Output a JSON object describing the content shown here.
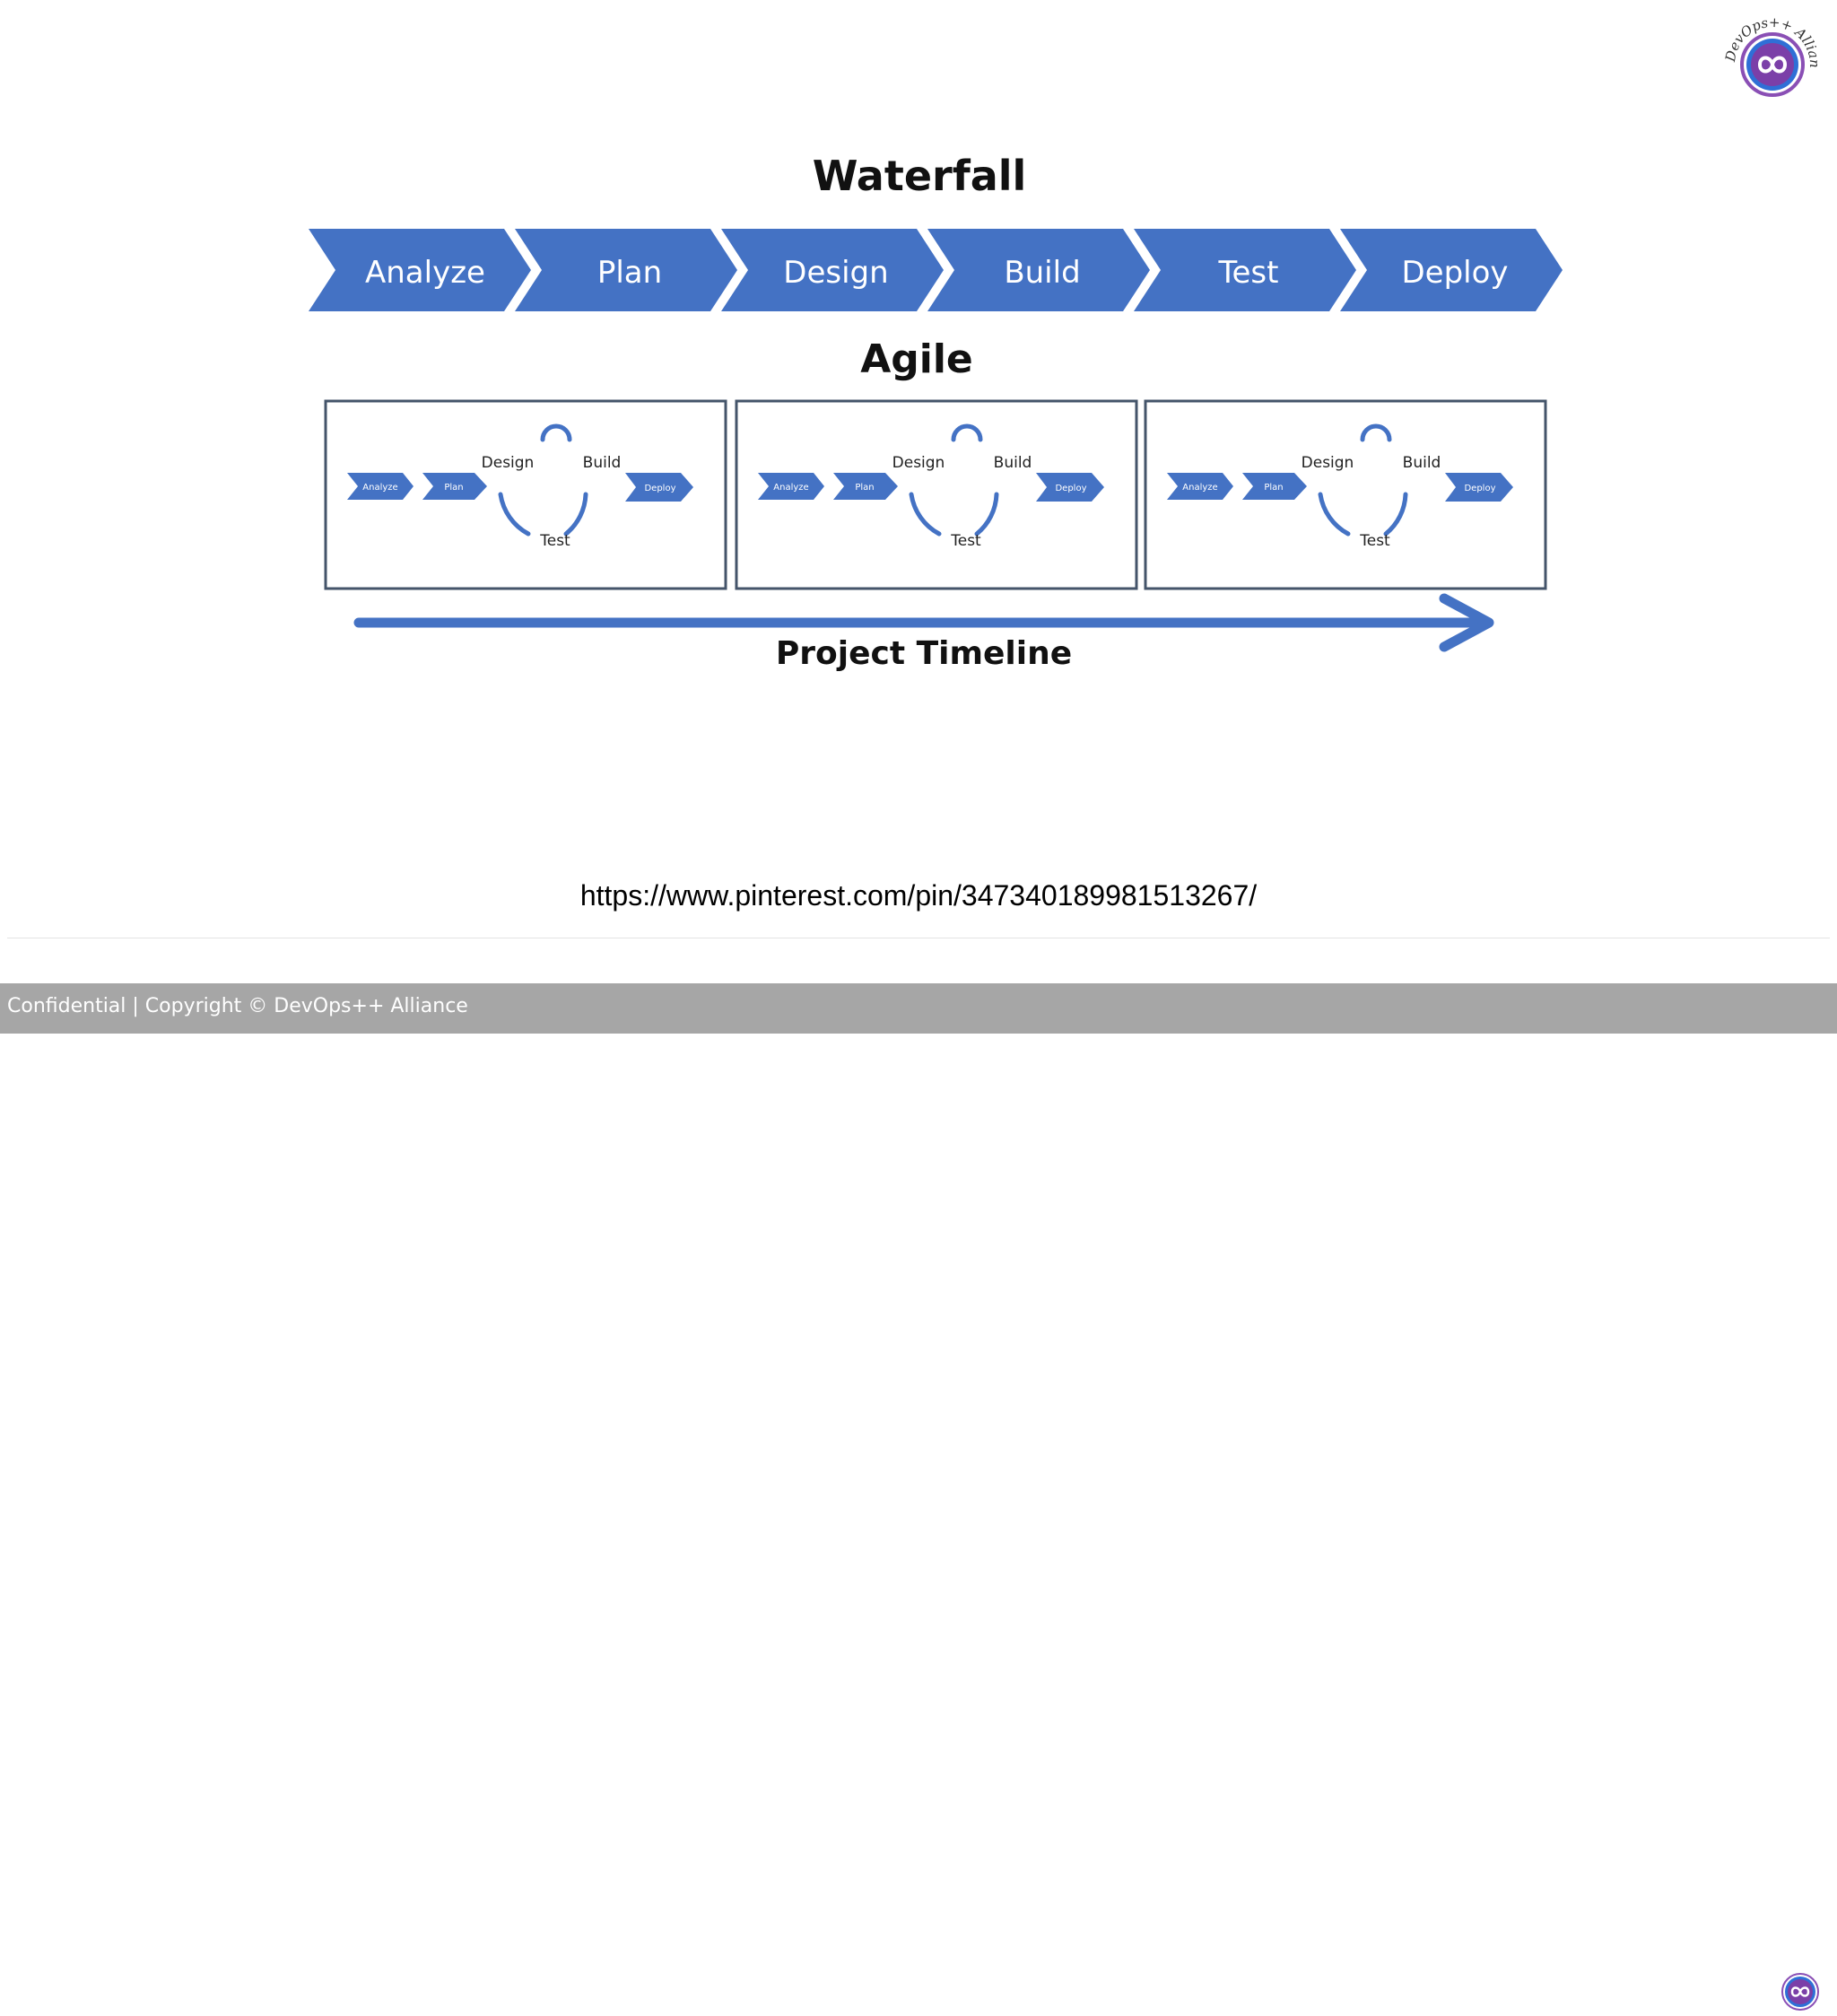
{
  "brand": {
    "logo_text": "DevOps++ Alliance",
    "accent": "#4472c4",
    "logo_purple": "#7b3fa8",
    "logo_blue": "#2f6fd6"
  },
  "diagram": {
    "waterfall_title": "Waterfall",
    "waterfall_steps": [
      "Analyze",
      "Plan",
      "Design",
      "Build",
      "Test",
      "Deploy"
    ],
    "agile_title": "Agile",
    "iteration": {
      "start_steps": [
        "Analyze",
        "Plan"
      ],
      "cycle": [
        "Design",
        "Build",
        "Test"
      ],
      "end_step": "Deploy"
    },
    "iteration_count": 3,
    "timeline_label": "Project Timeline"
  },
  "source_url": "https://www.pinterest.com/pin/347340189981513267/",
  "footer": {
    "text": "Confidential  |  Copyright © DevOps++ Alliance"
  }
}
